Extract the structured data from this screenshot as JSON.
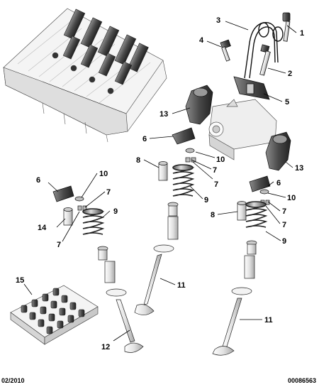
{
  "callouts": {
    "c1": "1",
    "c2": "2",
    "c3": "3",
    "c4": "4",
    "c5": "5",
    "c6a": "6",
    "c6b": "6",
    "c6c": "6",
    "c7a": "7",
    "c7b": "7",
    "c7c": "7",
    "c7d": "7",
    "c7e": "7",
    "c7f": "7",
    "c8a": "8",
    "c8b": "8",
    "c9a": "9",
    "c9b": "9",
    "c9c": "9",
    "c10a": "10",
    "c10b": "10",
    "c10c": "10",
    "c11a": "11",
    "c11b": "11",
    "c12": "12",
    "c13a": "13",
    "c13b": "13",
    "c14": "14",
    "c15": "15"
  },
  "footer": {
    "date": "02/2010",
    "reference": "00086563"
  },
  "colors": {
    "part_fill": "#e6e6e6",
    "part_shade": "#b5b5b5",
    "dark_part": "#4a4a4a",
    "line": "#000000"
  }
}
